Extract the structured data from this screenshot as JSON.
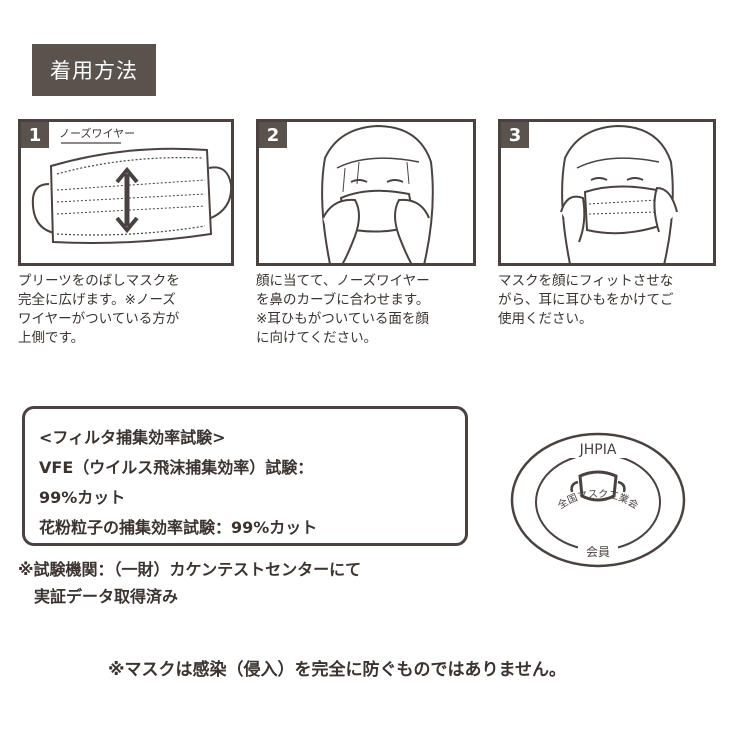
{
  "heading": "着用方法",
  "steps": [
    {
      "number": "1",
      "image_label": "ノーズワイヤー",
      "lines": [
        "プリーツをのばしマスクを",
        "完全に広げます。※ノーズ",
        "ワイヤーがついている方が",
        "上側です。"
      ]
    },
    {
      "number": "2",
      "lines": [
        "顔に当てて、ノーズワイヤー",
        "を鼻のカーブに合わせます。",
        "※耳ひもがついている面を顔",
        "に向けてください。"
      ]
    },
    {
      "number": "3",
      "lines": [
        "マスクを顔にフィットさせな",
        "がら、耳に耳ひもをかけてご",
        "使用ください。"
      ]
    }
  ],
  "filter_test": {
    "title": "<フィルタ捕集効率試験>",
    "vfe_label": "VFE（ウイルス飛沫捕集効率）試験：",
    "vfe_result": "99%カット",
    "pollen": "花粉粒子の捕集効率試験：99%カット"
  },
  "test_org": {
    "line1": "※試験機関：（一財）カケンテストセンターにて",
    "line2": "実証データ取得済み"
  },
  "seal": {
    "top": "JHPIA",
    "arc": "全国マスク工業会",
    "bottom": "会員"
  },
  "disclaimer": "※マスクは感染（侵入）を完全に防ぐものではありません。",
  "colors": {
    "dark": "#5a524d",
    "border": "#4a4240",
    "text": "#3a3330"
  }
}
